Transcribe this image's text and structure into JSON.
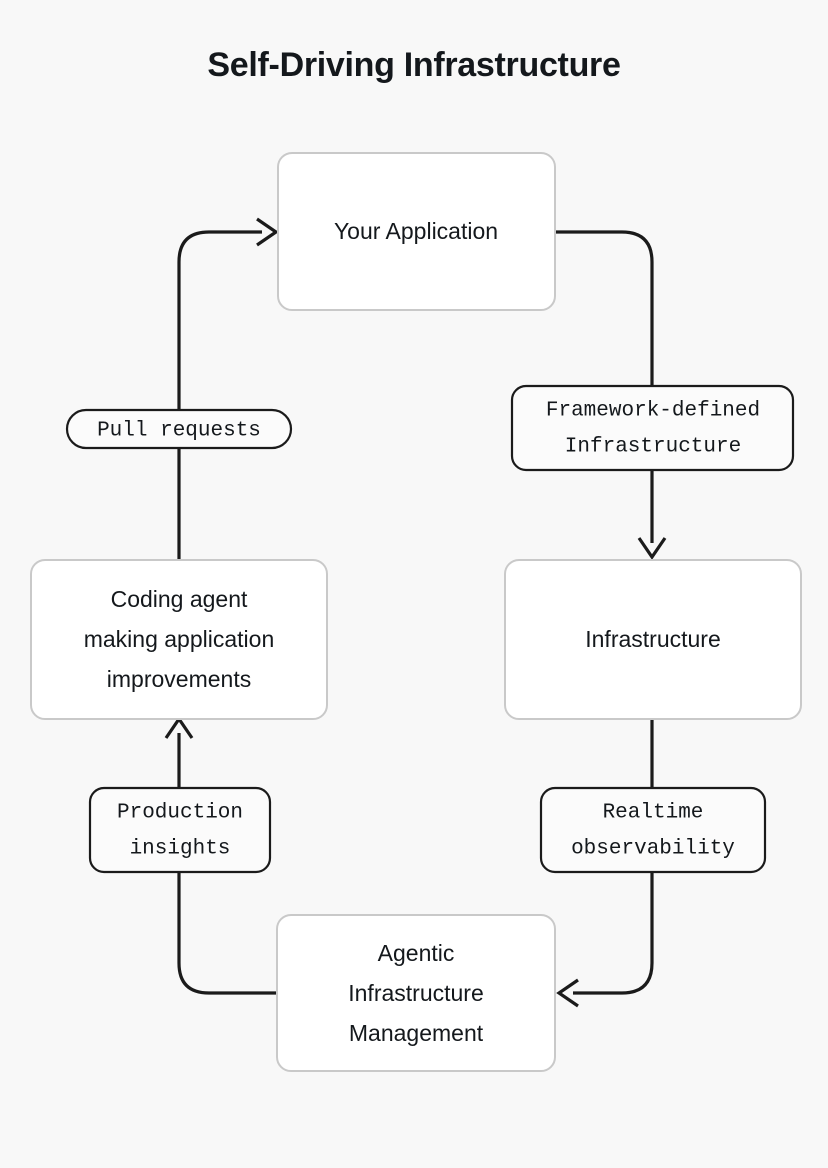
{
  "title": "Self-Driving Infrastructure",
  "background_color": "#f8f8f8",
  "node_border_color": "#c9c9c9",
  "edge_color": "#1b1b1b",
  "diagram": {
    "type": "flowchart",
    "nodes": [
      {
        "id": "app",
        "label_lines": [
          "Your Application"
        ]
      },
      {
        "id": "infra",
        "label_lines": [
          "Infrastructure"
        ]
      },
      {
        "id": "agent",
        "label_lines": [
          "Agentic",
          "Infrastructure",
          "Management"
        ]
      },
      {
        "id": "coder",
        "label_lines": [
          "Coding agent",
          "making application",
          "improvements"
        ]
      }
    ],
    "edges": [
      {
        "from": "app",
        "to": "infra",
        "label_lines": [
          "Framework-defined",
          "Infrastructure"
        ]
      },
      {
        "from": "infra",
        "to": "agent",
        "label_lines": [
          "Realtime",
          "observability"
        ]
      },
      {
        "from": "agent",
        "to": "coder",
        "label_lines": [
          "Production",
          "insights"
        ]
      },
      {
        "from": "coder",
        "to": "app",
        "label_lines": [
          "Pull requests"
        ]
      }
    ]
  }
}
